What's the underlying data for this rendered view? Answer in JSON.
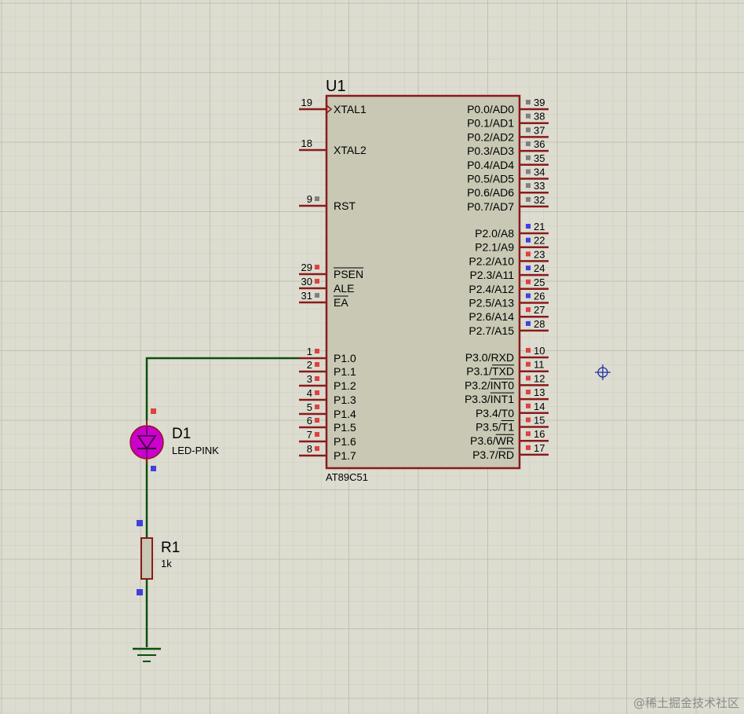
{
  "colors": {
    "background": "#dcdcd0",
    "grid_minor": "#cfcfc2",
    "grid_major": "#c0c0b2",
    "chip_fill": "#c8c8b4",
    "chip_border": "#8b1a1a",
    "pin_line": "#8b1a1a",
    "wire": "#0a500a",
    "led": "#cc00cc",
    "pin_red": "#e04040",
    "pin_gray": "#808080",
    "pin_blue": "#4040e0",
    "probe": "#2030a0"
  },
  "chip": {
    "ref": "U1",
    "part": "AT89C51",
    "left_pins": [
      {
        "num": "19",
        "name": "XTAL1",
        "marker": "none",
        "clock": true
      },
      {
        "num": "18",
        "name": "XTAL2",
        "marker": "none"
      },
      {
        "num": "9",
        "name": "RST",
        "marker": "gray"
      },
      {
        "num": "29",
        "name": "PSEN",
        "marker": "red",
        "overline": true
      },
      {
        "num": "30",
        "name": "ALE",
        "marker": "red"
      },
      {
        "num": "31",
        "name": "EA",
        "marker": "gray",
        "overline": true
      },
      {
        "num": "1",
        "name": "P1.0",
        "marker": "red"
      },
      {
        "num": "2",
        "name": "P1.1",
        "marker": "red"
      },
      {
        "num": "3",
        "name": "P1.2",
        "marker": "red"
      },
      {
        "num": "4",
        "name": "P1.3",
        "marker": "red"
      },
      {
        "num": "5",
        "name": "P1.4",
        "marker": "red"
      },
      {
        "num": "6",
        "name": "P1.5",
        "marker": "red"
      },
      {
        "num": "7",
        "name": "P1.6",
        "marker": "red"
      },
      {
        "num": "8",
        "name": "P1.7",
        "marker": "red"
      }
    ],
    "right_pins": [
      {
        "num": "39",
        "name": "P0.0/AD0",
        "marker": "gray"
      },
      {
        "num": "38",
        "name": "P0.1/AD1",
        "marker": "gray"
      },
      {
        "num": "37",
        "name": "P0.2/AD2",
        "marker": "gray"
      },
      {
        "num": "36",
        "name": "P0.3/AD3",
        "marker": "gray"
      },
      {
        "num": "35",
        "name": "P0.4/AD4",
        "marker": "gray"
      },
      {
        "num": "34",
        "name": "P0.5/AD5",
        "marker": "gray"
      },
      {
        "num": "33",
        "name": "P0.6/AD6",
        "marker": "gray"
      },
      {
        "num": "32",
        "name": "P0.7/AD7",
        "marker": "gray"
      },
      {
        "num": "21",
        "name": "P2.0/A8",
        "marker": "blue"
      },
      {
        "num": "22",
        "name": "P2.1/A9",
        "marker": "blue"
      },
      {
        "num": "23",
        "name": "P2.2/A10",
        "marker": "red"
      },
      {
        "num": "24",
        "name": "P2.3/A11",
        "marker": "blue"
      },
      {
        "num": "25",
        "name": "P2.4/A12",
        "marker": "red"
      },
      {
        "num": "26",
        "name": "P2.5/A13",
        "marker": "blue"
      },
      {
        "num": "27",
        "name": "P2.6/A14",
        "marker": "red"
      },
      {
        "num": "28",
        "name": "P2.7/A15",
        "marker": "blue"
      },
      {
        "num": "10",
        "name": "P3.0/RXD",
        "marker": "red"
      },
      {
        "num": "11",
        "name": "P3.1/TXD",
        "marker": "red",
        "overline_part": "TXD"
      },
      {
        "num": "12",
        "name": "P3.2/INT0",
        "marker": "red",
        "overline_part": "INT0"
      },
      {
        "num": "13",
        "name": "P3.3/INT1",
        "marker": "red",
        "overline_part": "INT1"
      },
      {
        "num": "14",
        "name": "P3.4/T0",
        "marker": "red"
      },
      {
        "num": "15",
        "name": "P3.5/T1",
        "marker": "red",
        "overline_part": "T1"
      },
      {
        "num": "16",
        "name": "P3.6/WR",
        "marker": "red",
        "overline_part": "WR"
      },
      {
        "num": "17",
        "name": "P3.7/RD",
        "marker": "red",
        "overline_part": "RD"
      }
    ]
  },
  "led": {
    "ref": "D1",
    "value": "LED-PINK",
    "icon": "led-diode-icon"
  },
  "resistor": {
    "ref": "R1",
    "value": "1k",
    "icon": "resistor-icon"
  },
  "ground": {
    "icon": "ground-symbol-icon"
  },
  "probe": {
    "icon": "crosshair-probe-icon"
  },
  "watermark": "@稀土掘金技术社区"
}
